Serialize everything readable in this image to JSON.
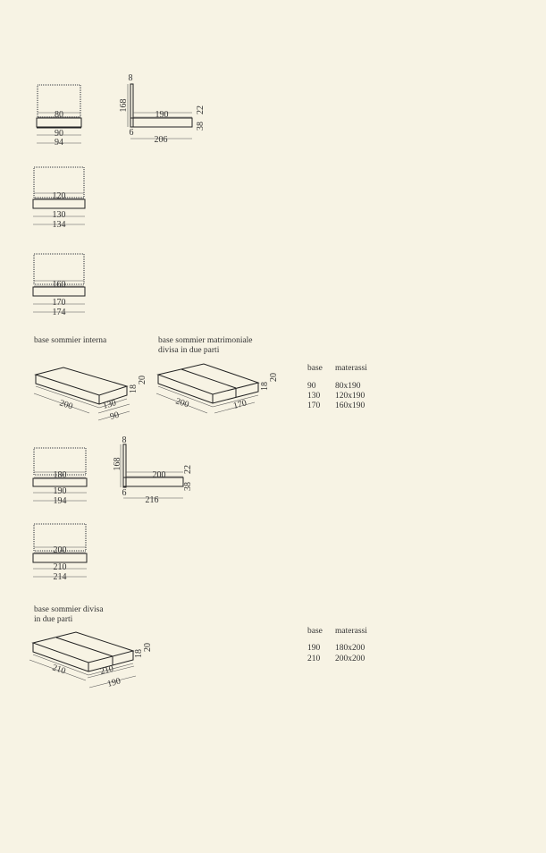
{
  "single_beds": [
    {
      "mattress": "80",
      "base": "90",
      "overall": "94"
    },
    {
      "mattress": "120",
      "base": "130",
      "overall": "134"
    },
    {
      "mattress": "160",
      "base": "170",
      "overall": "174"
    }
  ],
  "side_view_1": {
    "headboard_thickness": "8",
    "height": "168",
    "length_mattress": "190",
    "foot": "6",
    "overall_length": "206",
    "base_height": "38",
    "mattress_height": "22"
  },
  "sommier_interna": {
    "label": "base sommier interna",
    "length": "200",
    "width_outer": "130",
    "width_inner": "90",
    "h1": "18",
    "h2": "20"
  },
  "sommier_matrimoniale": {
    "label_line1": "base sommier matrimoniale",
    "label_line2": "divisa in due parti",
    "length": "200",
    "width": "170",
    "h1": "18",
    "h2": "20"
  },
  "table_1": {
    "header_base": "base",
    "header_materassi": "materassi",
    "rows": [
      [
        "90",
        "80x190"
      ],
      [
        "130",
        "120x190"
      ],
      [
        "170",
        "160x190"
      ]
    ]
  },
  "double_beds": [
    {
      "mattress": "180",
      "base": "190",
      "overall": "194"
    },
    {
      "mattress": "200",
      "base": "210",
      "overall": "214"
    }
  ],
  "side_view_2": {
    "headboard_thickness": "8",
    "height": "168",
    "length_mattress": "200",
    "foot": "6",
    "overall_length": "216",
    "base_height": "38",
    "mattress_height": "22"
  },
  "sommier_divisa": {
    "label_line1": "base sommier divisa",
    "label_line2": "in due parti",
    "length": "210",
    "width_outer": "210",
    "width_inner": "190",
    "h1": "18",
    "h2": "20"
  },
  "table_2": {
    "header_base": "base",
    "header_materassi": "materassi",
    "rows": [
      [
        "190",
        "180x200"
      ],
      [
        "210",
        "200x200"
      ]
    ]
  }
}
